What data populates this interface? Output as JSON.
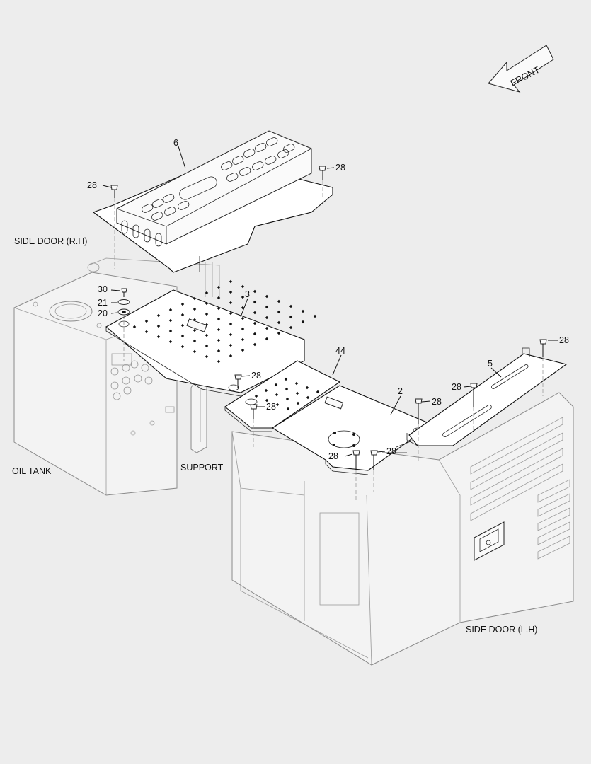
{
  "direction_arrow": {
    "label": "FRONT"
  },
  "callouts": [
    {
      "id": "c6",
      "text": "6"
    },
    {
      "id": "c28a",
      "text": "28"
    },
    {
      "id": "c28b",
      "text": "28"
    },
    {
      "id": "c3",
      "text": "3"
    },
    {
      "id": "c30",
      "text": "30"
    },
    {
      "id": "c21",
      "text": "21"
    },
    {
      "id": "c20",
      "text": "20"
    },
    {
      "id": "c44",
      "text": "44"
    },
    {
      "id": "c28c",
      "text": "28"
    },
    {
      "id": "c28d",
      "text": "28"
    },
    {
      "id": "c5",
      "text": "5"
    },
    {
      "id": "c28e",
      "text": "28"
    },
    {
      "id": "c28f",
      "text": "28"
    },
    {
      "id": "c2",
      "text": "2"
    },
    {
      "id": "c28g",
      "text": "28"
    },
    {
      "id": "c28h",
      "text": "28"
    },
    {
      "id": "c28i",
      "text": "28"
    }
  ],
  "captions": {
    "side_door_rh": "SIDE DOOR (R.H)",
    "oil_tank": "OIL TANK",
    "support": "SUPPORT",
    "side_door_lh": "SIDE DOOR (L.H)"
  },
  "colors": {
    "background": "#ededed",
    "line": "#111111",
    "ghost": "#8a8a8a"
  }
}
